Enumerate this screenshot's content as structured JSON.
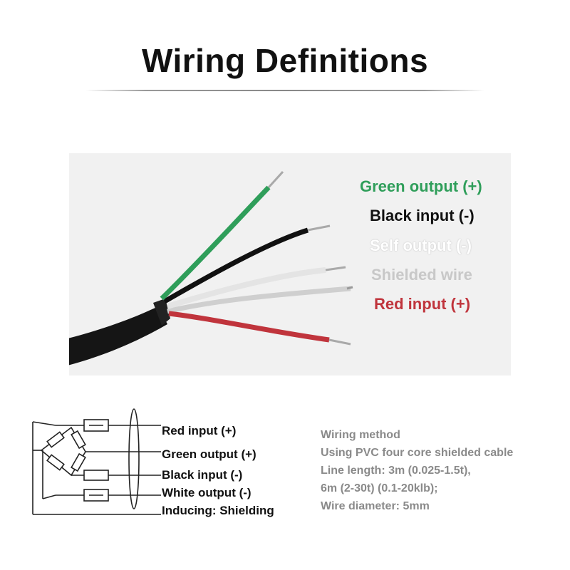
{
  "title": "Wiring Definitions",
  "photo": {
    "labels": {
      "green": "Green output (+)",
      "black": "Black input (-)",
      "self": "Self output (-)",
      "shielded": "Shielded wire",
      "red": "Red input (+)"
    },
    "colors": {
      "green": "#2f9e5a",
      "black": "#111111",
      "red": "#c0343c",
      "shield": "#c8c8c8",
      "jacket": "#151515"
    }
  },
  "schematic": {
    "labels": [
      "Red input (+)",
      "Green output (+)",
      "Black input (-)",
      "White output (-)",
      "Inducing: Shielding"
    ]
  },
  "specs": {
    "line1": "Wiring method",
    "line2": "Using PVC four core shielded cable",
    "line3": "Line length: 3m (0.025-1.5t),",
    "line4": "6m (2-30t) (0.1-20klb);",
    "line5": "Wire diameter: 5mm"
  }
}
